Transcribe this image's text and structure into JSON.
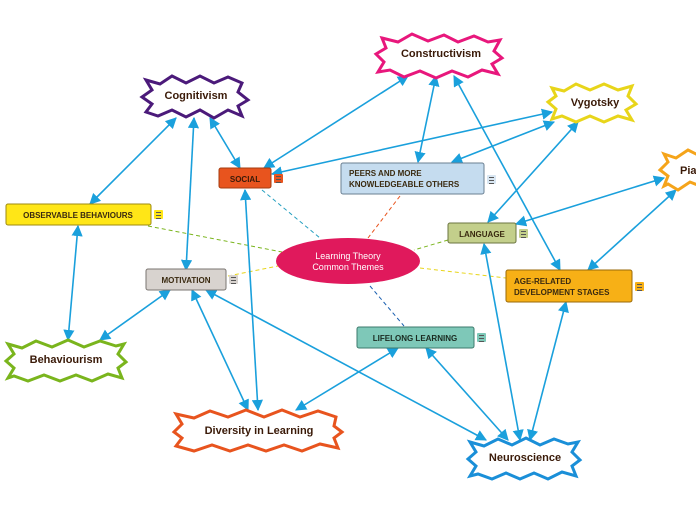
{
  "central": {
    "line1": "Learning Theory",
    "line2": "Common Themes"
  },
  "themes": {
    "social": "SOCIAL",
    "peers_line1": "PEERS AND MORE",
    "peers_line2": "KNOWLEDGEABLE OTHERS",
    "observable": "OBSERVABLE BEHAVIOURS",
    "language": "LANGUAGE",
    "motivation": "MOTIVATION",
    "age_line1": "AGE-RELATED",
    "age_line2": "DEVELOPMENT STAGES",
    "lifelong": "LIFELONG LEARNING"
  },
  "theories": {
    "constructivism": "Constructivism",
    "cognitivism": "Cognitivism",
    "vygotsky": "Vygotsky",
    "piaget": "Pia",
    "behaviourism": "Behaviourism",
    "diversity": "Diversity in Learning",
    "neuroscience": "Neuroscience"
  },
  "colors": {
    "central": "#e0195c",
    "social": "#e8541e",
    "peers": "#c5dcef",
    "observable": "#ffe617",
    "language": "#c3cf8b",
    "motivation": "#d8d3cf",
    "age": "#f7b016",
    "lifelong": "#7ec8b8",
    "constructivism": "#e8177c",
    "cognitivism": "#4b1a7a",
    "vygotsky": "#e8d51a",
    "piaget": "#f5a41a",
    "behaviourism": "#7ab51d",
    "diversity": "#e8541e",
    "neuroscience": "#1a8fd8",
    "arrow": "#1aa0dc"
  }
}
